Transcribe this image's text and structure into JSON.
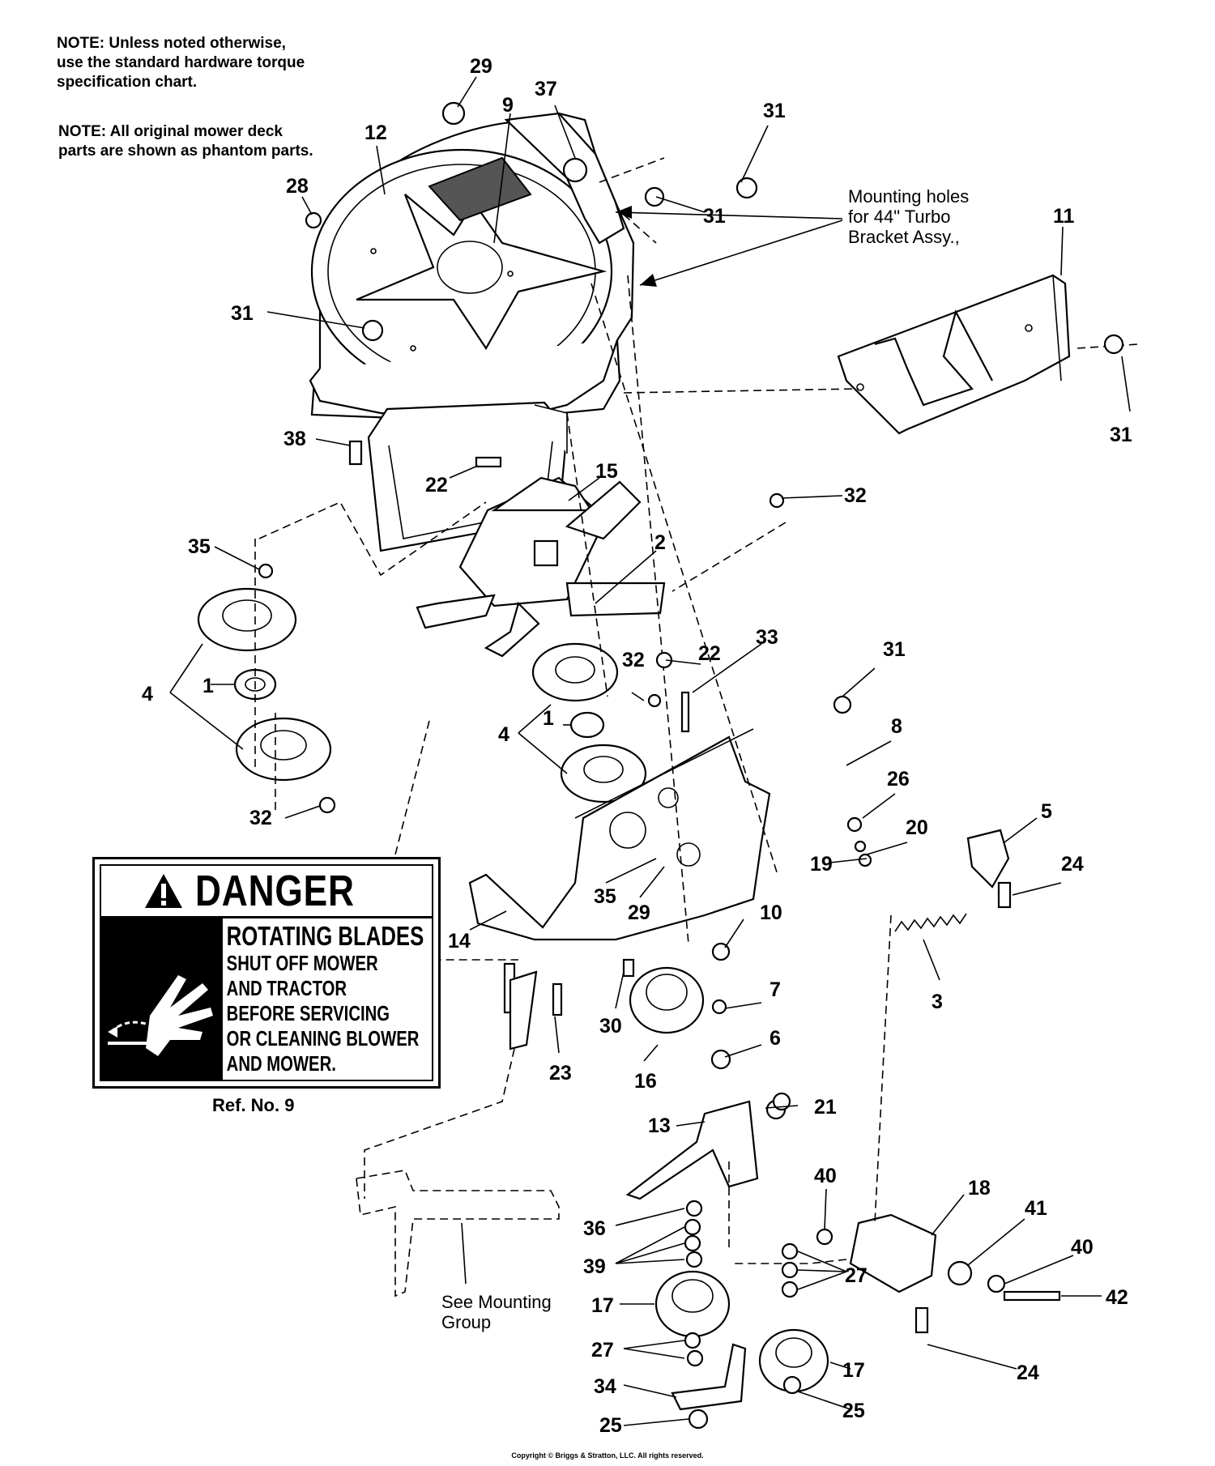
{
  "notes": {
    "torque": "NOTE: Unless noted otherwise,\nuse the standard hardware torque\nspecification chart.",
    "phantom": "NOTE: All original mower deck\nparts are shown as phantom parts."
  },
  "annotation": {
    "mounting_holes": [
      "Mounting holes",
      "for 44\" Turbo",
      "Bracket Assy.,"
    ],
    "see_mounting": [
      "See Mounting",
      "Group"
    ]
  },
  "danger_label": {
    "header": "DANGER",
    "lines": [
      "ROTATING BLADES",
      "SHUT OFF MOWER",
      "AND TRACTOR",
      "BEFORE SERVICING",
      "OR CLEANING BLOWER",
      "AND MOWER."
    ],
    "ref": "Ref. No. 9"
  },
  "copyright": "Copyright © Briggs & Stratton, LLC. All rights reserved.",
  "callouts": [
    {
      "id": "c29a",
      "text": "29"
    },
    {
      "id": "c37",
      "text": "37"
    },
    {
      "id": "c9",
      "text": "9"
    },
    {
      "id": "c12",
      "text": "12"
    },
    {
      "id": "c31a",
      "text": "31"
    },
    {
      "id": "c31b",
      "text": "31"
    },
    {
      "id": "c28",
      "text": "28"
    },
    {
      "id": "c11",
      "text": "11"
    },
    {
      "id": "c31c",
      "text": "31"
    },
    {
      "id": "c31d",
      "text": "31"
    },
    {
      "id": "c38",
      "text": "38"
    },
    {
      "id": "c22a",
      "text": "22"
    },
    {
      "id": "c15",
      "text": "15"
    },
    {
      "id": "c32a",
      "text": "32"
    },
    {
      "id": "c35a",
      "text": "35"
    },
    {
      "id": "c2",
      "text": "2"
    },
    {
      "id": "c4a",
      "text": "4"
    },
    {
      "id": "c1a",
      "text": "1"
    },
    {
      "id": "c33",
      "text": "33"
    },
    {
      "id": "c22b",
      "text": "22"
    },
    {
      "id": "c32b",
      "text": "32"
    },
    {
      "id": "c31e",
      "text": "31"
    },
    {
      "id": "c1b",
      "text": "1"
    },
    {
      "id": "c4b",
      "text": "4"
    },
    {
      "id": "c8",
      "text": "8"
    },
    {
      "id": "c26",
      "text": "26"
    },
    {
      "id": "c32c",
      "text": "32"
    },
    {
      "id": "c5",
      "text": "5"
    },
    {
      "id": "c20",
      "text": "20"
    },
    {
      "id": "c19",
      "text": "19"
    },
    {
      "id": "c24a",
      "text": "24"
    },
    {
      "id": "c35b",
      "text": "35"
    },
    {
      "id": "c29b",
      "text": "29"
    },
    {
      "id": "c10",
      "text": "10"
    },
    {
      "id": "c14",
      "text": "14"
    },
    {
      "id": "c3",
      "text": "3"
    },
    {
      "id": "c7",
      "text": "7"
    },
    {
      "id": "c30",
      "text": "30"
    },
    {
      "id": "c6",
      "text": "6"
    },
    {
      "id": "c23",
      "text": "23"
    },
    {
      "id": "c16",
      "text": "16"
    },
    {
      "id": "c21",
      "text": "21"
    },
    {
      "id": "c13",
      "text": "13"
    },
    {
      "id": "c40a",
      "text": "40"
    },
    {
      "id": "c18",
      "text": "18"
    },
    {
      "id": "c41",
      "text": "41"
    },
    {
      "id": "c36",
      "text": "36"
    },
    {
      "id": "c40b",
      "text": "40"
    },
    {
      "id": "c39",
      "text": "39"
    },
    {
      "id": "c27a",
      "text": "27"
    },
    {
      "id": "c42",
      "text": "42"
    },
    {
      "id": "c17a",
      "text": "17"
    },
    {
      "id": "c27b",
      "text": "27"
    },
    {
      "id": "c24b",
      "text": "24"
    },
    {
      "id": "c17b",
      "text": "17"
    },
    {
      "id": "c34",
      "text": "34"
    },
    {
      "id": "c25a",
      "text": "25"
    },
    {
      "id": "c25b",
      "text": "25"
    }
  ]
}
